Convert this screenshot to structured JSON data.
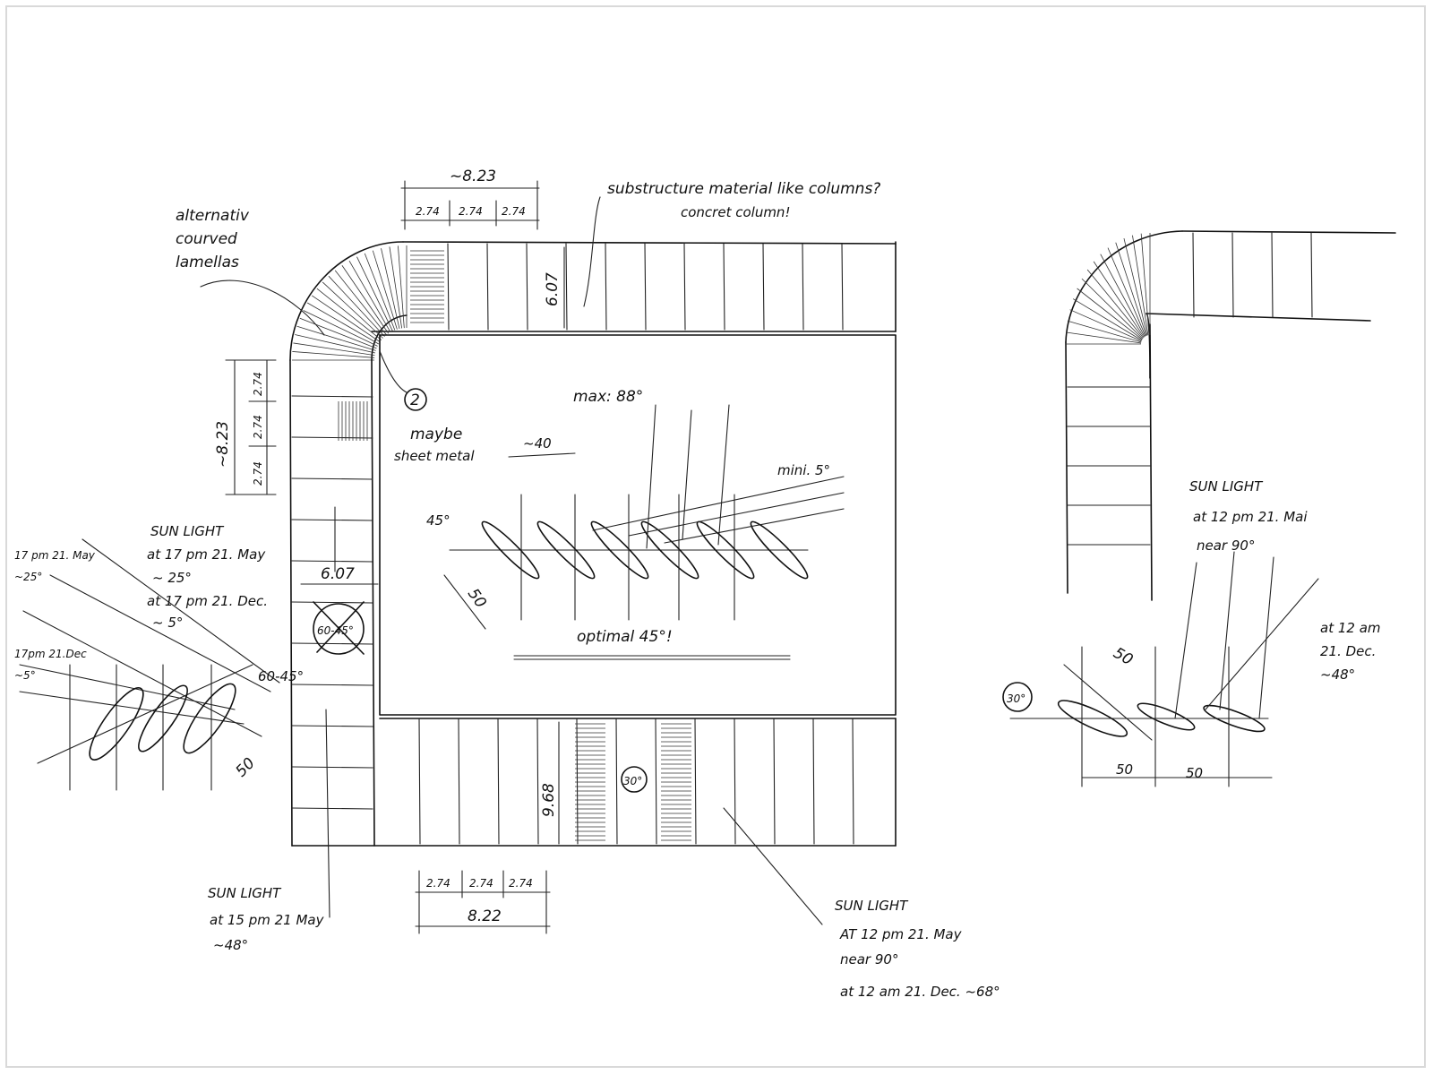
{
  "notes": {
    "alternative": [
      "alternativ",
      "courved",
      "lamellas"
    ],
    "substructure": "substructure material like columns?",
    "concrete": "concret column!",
    "maybe_sheet_metal": [
      "maybe",
      "sheet metal"
    ],
    "max_angle": "max: 88°",
    "min_angle": "mini. 5°",
    "optimal": "optimal 45°!",
    "tilde_40": "~40",
    "angle_45": "45°",
    "dim_50_center": "50",
    "circle_2": "2",
    "circle_60_45": "60-45°",
    "circle_30_right": "30°",
    "circle_30_bottom": "30°",
    "angle_60_45": "60-45°",
    "dim_50_left": "50",
    "dim_50_right_top": "50",
    "dim_50_right_a": "50",
    "dim_50_right_b": "50",
    "sun_left": [
      "SUN LIGHT",
      "at 17 pm 21. May",
      "~ 25°",
      "at 17 pm 21. Dec.",
      "~ 5°"
    ],
    "label_17pm_may": [
      "17 pm 21. May",
      "~25°"
    ],
    "label_17pm_dec": [
      "17pm 21.Dec",
      "~5°"
    ],
    "sun_15pm": [
      "SUN LIGHT",
      "at 15 pm 21 May",
      "~48°"
    ],
    "sun_12pm_bottom": [
      "SUN LIGHT",
      "AT 12 pm 21. May",
      "near 90°",
      "at 12 am 21. Dec. ~68°"
    ],
    "sun_12pm_right": [
      "SUN LIGHT",
      "at 12 pm 21. Mai",
      "near 90°"
    ],
    "at_12am_dec": [
      "at 12 am",
      "21. Dec.",
      "~48°"
    ]
  },
  "dimensions": {
    "top_total": "~8.23",
    "top_parts": [
      "2.74",
      "2.74",
      "2.74"
    ],
    "top_depth": "6.07",
    "left_total": "~8.23",
    "left_parts": [
      "2.74",
      "2.74",
      "2.74"
    ],
    "left_width": "6.07",
    "bottom_depth": "9.68",
    "bottom_total": "8.22",
    "bottom_parts": [
      "2.74",
      "2.74",
      "2.74"
    ]
  }
}
